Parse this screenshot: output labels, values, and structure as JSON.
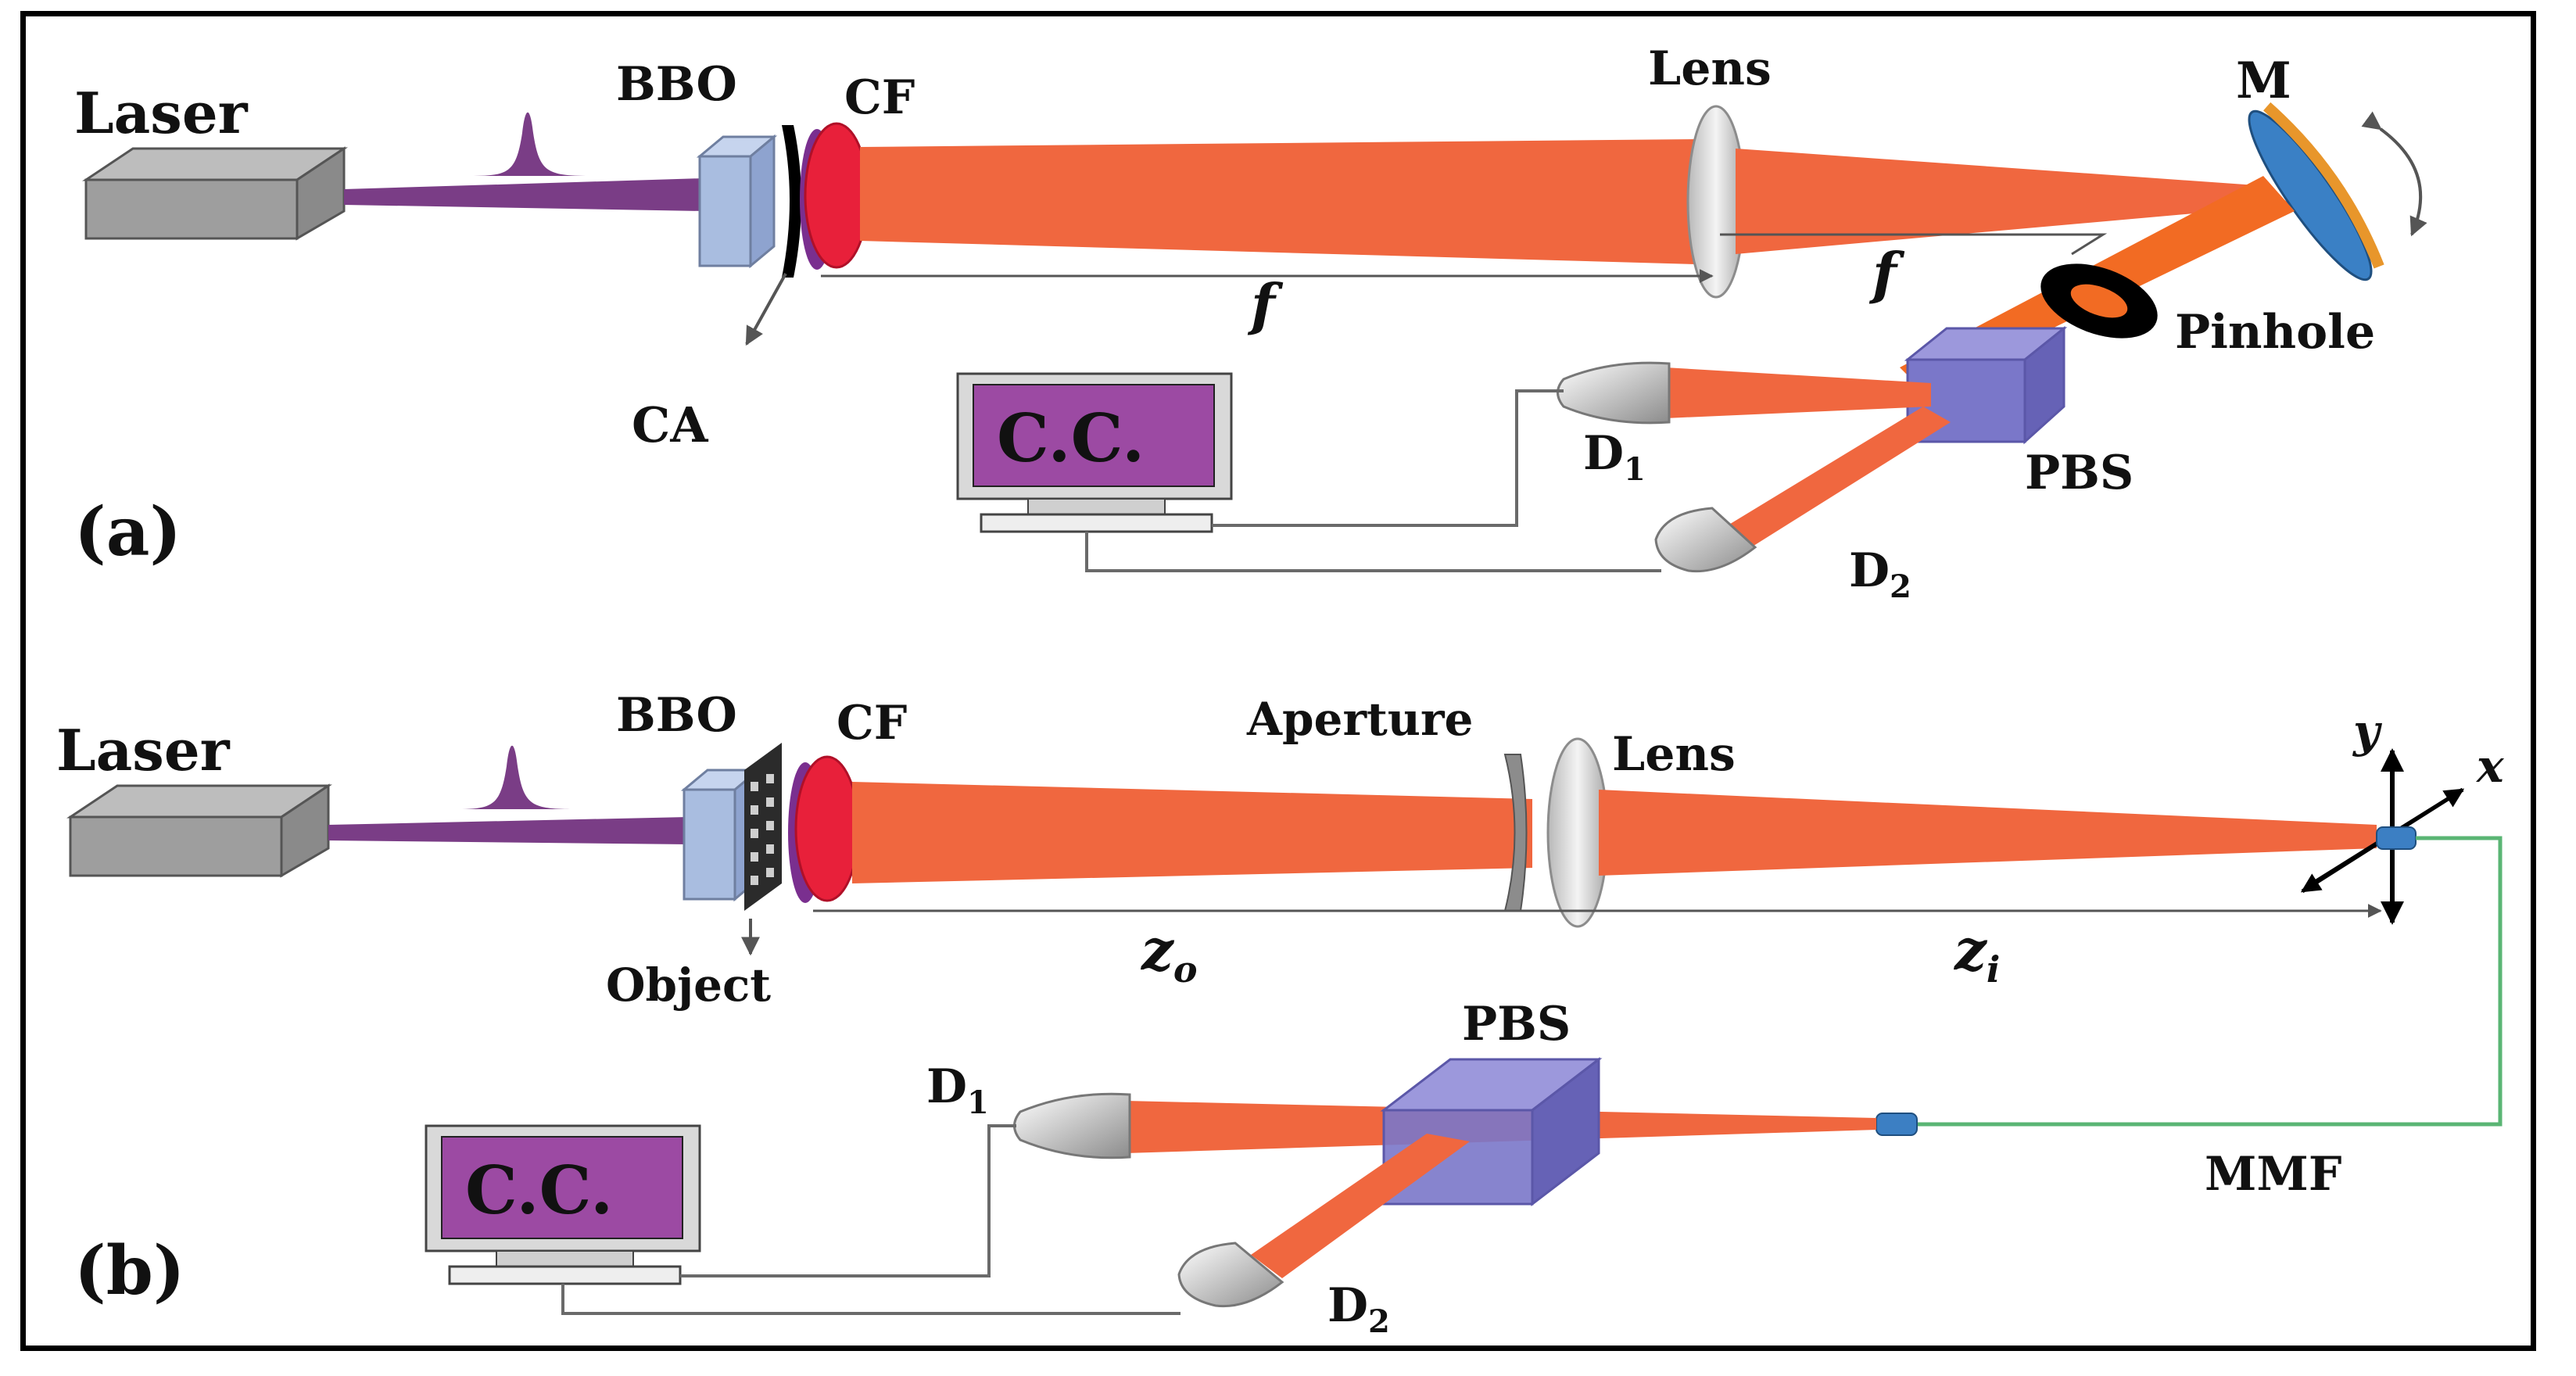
{
  "panel_a": {
    "panel_label": "(a)",
    "laser": "Laser",
    "bbo": "BBO",
    "cf": "CF",
    "ca": "CA",
    "lens": "Lens",
    "mirror": "M",
    "pinhole": "Pinhole",
    "pbs": "PBS",
    "d1_main": "D",
    "d1_sub": "1",
    "d2_main": "D",
    "d2_sub": "2",
    "computer": "C.C.",
    "dist1": "f",
    "dist2": "f"
  },
  "panel_b": {
    "panel_label": "(b)",
    "laser": "Laser",
    "bbo": "BBO",
    "cf": "CF",
    "object": "Object",
    "aperture": "Aperture",
    "lens": "Lens",
    "axis_y": "y",
    "axis_x": "x",
    "mmf": "MMF",
    "pbs": "PBS",
    "d1_main": "D",
    "d1_sub": "1",
    "d2_main": "D",
    "d2_sub": "2",
    "computer": "C.C.",
    "zo_main": "z",
    "zo_sub": "o",
    "zi_main": "z",
    "zi_sub": "i"
  },
  "colors": {
    "beam": "#f0673f",
    "pump": "#7a3d86",
    "bbo": "#a9bde0",
    "cf": "#e8203a",
    "pbs": "#7a77c9",
    "screen": "#9c4aa3",
    "fiber": "#5ab574"
  }
}
